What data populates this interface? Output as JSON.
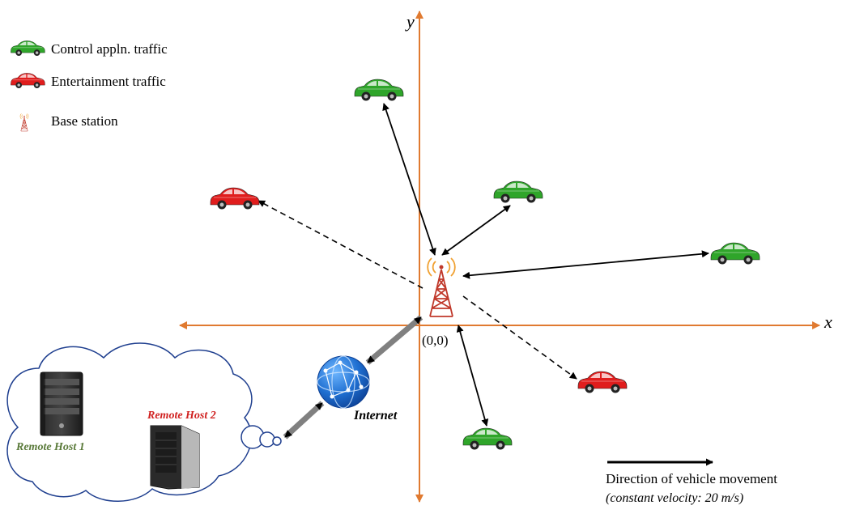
{
  "legend": {
    "control_label": "Control appln. traffic",
    "entertainment_label": "Entertainment traffic",
    "base_station_label": "Base station"
  },
  "axes": {
    "x_label": "x",
    "y_label": "y",
    "origin_label": "(0,0)"
  },
  "network": {
    "internet_label": "Internet",
    "remote_host_1_label": "Remote Host 1",
    "remote_host_2_label": "Remote Host 2"
  },
  "movement": {
    "title": "Direction of vehicle movement",
    "subtitle": "(constant velocity: 20 m/s)"
  },
  "colors": {
    "axis": "#e07a30",
    "control_car": "#2fa52a",
    "entertainment_car": "#e01d1d",
    "tower": "#c0392b",
    "remote_host_1_label": "#5a7a3a",
    "remote_host_2_label": "#d0201f",
    "globe": "#1565c0",
    "link_arrow": "#808080"
  }
}
